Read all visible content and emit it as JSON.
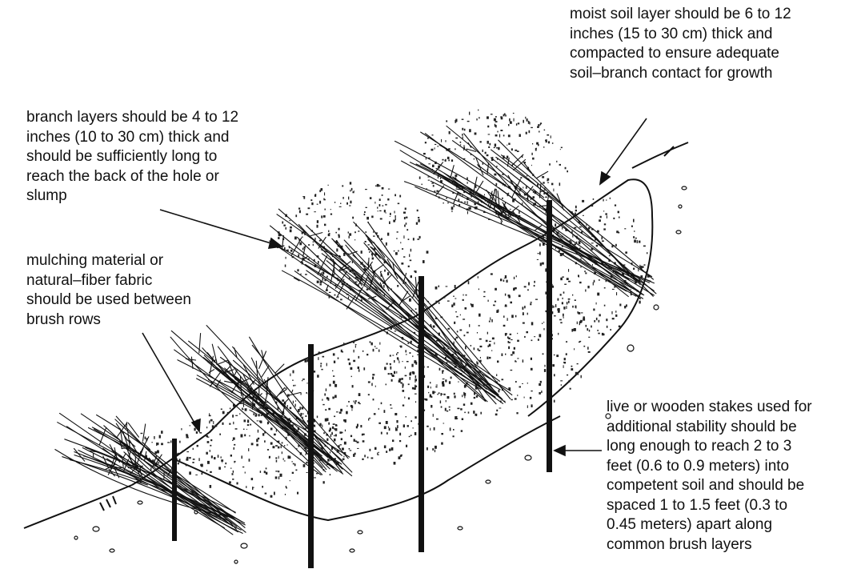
{
  "labels": {
    "moist_soil": [
      "moist soil layer should be 6 to 12",
      "inches (15 to 30 cm) thick and",
      "compacted to ensure adequate",
      "soil–branch contact for growth"
    ],
    "branch_layers": [
      "branch layers should be 4 to 12",
      "inches (10 to 30 cm) thick and",
      "should be sufficiently long to",
      "reach the back of the hole or",
      "slump"
    ],
    "mulching": [
      "mulching material or",
      "natural–fiber fabric",
      "should be used between",
      "brush rows"
    ],
    "stakes": [
      "live or wooden stakes used for",
      "additional stability should be",
      "long enough to reach 2 to 3",
      "feet (0.6 to 0.9 meters) into",
      "competent soil and should be",
      "spaced 1 to 1.5 feet (0.3 to",
      "0.45 meters) apart along",
      "common brush layers"
    ]
  },
  "illustration": {
    "stake_count": 4,
    "brush_layer_count": 4,
    "ink_color": "#111111",
    "paper_color": "#ffffff"
  }
}
